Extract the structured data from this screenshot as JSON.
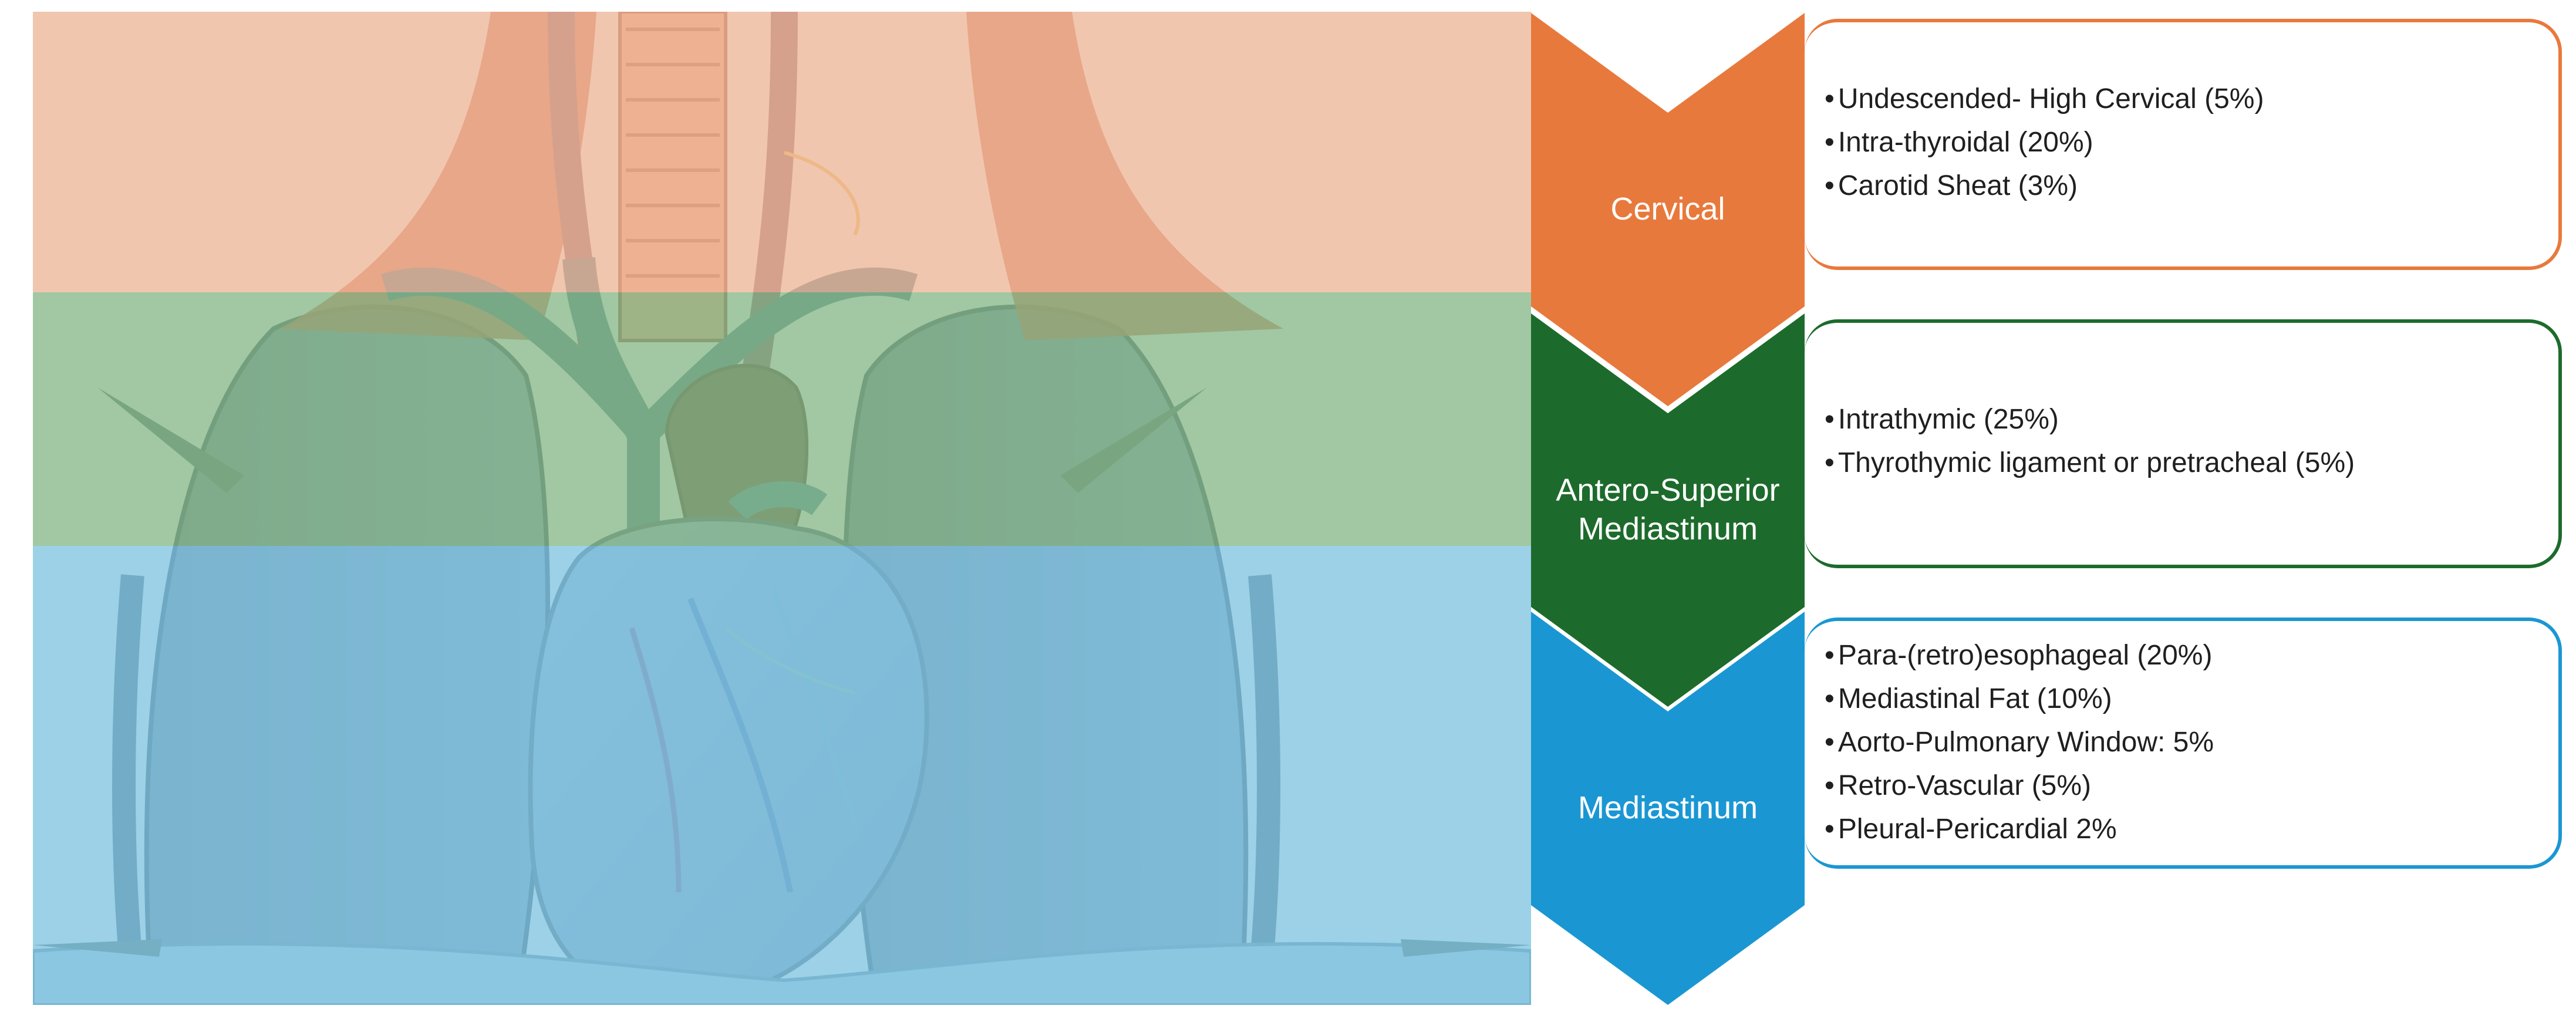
{
  "diagram": {
    "levels": [
      {
        "label": "Cervical",
        "color": "#e8793c",
        "items": [
          "Undescended- High Cervical (5%)",
          "Intra-thyroidal (20%)",
          "Carotid Sheat (3%)"
        ]
      },
      {
        "label": "Antero-Superior Mediastinum",
        "color": "#1d6b2c",
        "items": [
          "Intrathymic  (25%)",
          "Thyrothymic ligament or pretracheal (5%)"
        ]
      },
      {
        "label": "Mediastinum",
        "color": "#1a97d3",
        "items": [
          "Para-(retro)esophageal (20%)",
          "Mediastinal Fat (10%)",
          "Aorto-Pulmonary Window: 5%",
          "Retro-Vascular (5%)",
          "Pleural-Pericardial 2%"
        ]
      }
    ],
    "overlay_colors": {
      "cervical": "#f4b89a",
      "antero_superior": "#8dbb8a",
      "mediastinum": "#86c7e2"
    }
  }
}
